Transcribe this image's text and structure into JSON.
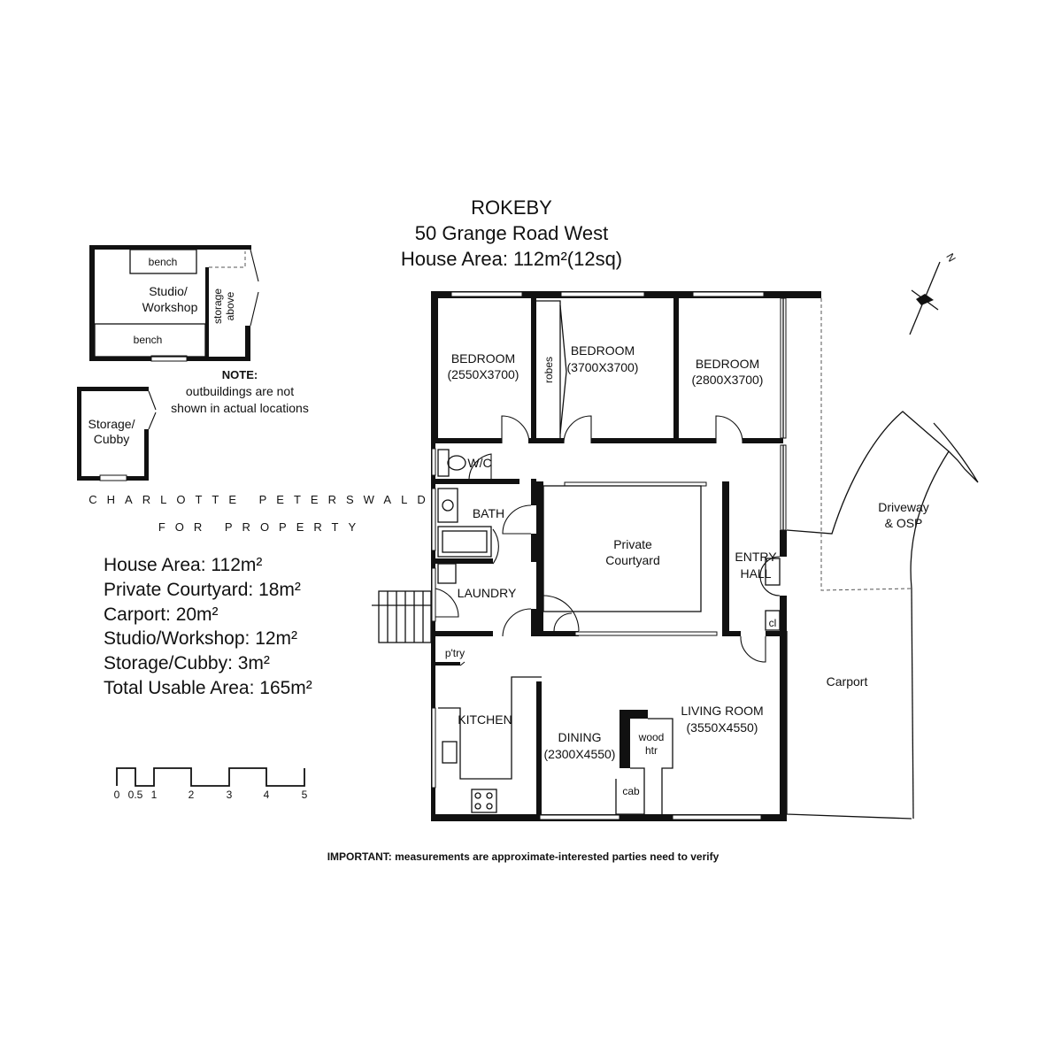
{
  "header": {
    "suburb": "ROKEBY",
    "address": "50 Grange Road West",
    "house_area": "House Area: 112m²(12sq)"
  },
  "brand": {
    "line1": "CHARLOTTE PETERSWALD",
    "line2": "FOR PROPERTY"
  },
  "areas": [
    "House Area: 112m²",
    "Private Courtyard: 18m²",
    "Carport: 20m²",
    "Studio/Workshop: 12m²",
    "Storage/Cubby: 3m²",
    "Total Usable Area: 165m²"
  ],
  "note": {
    "title": "NOTE:",
    "line1": "outbuildings are not",
    "line2": "shown in actual locations"
  },
  "rooms": {
    "bedroom1": {
      "name": "BEDROOM",
      "dims": "(2550X3700)"
    },
    "bedroom2": {
      "name": "BEDROOM",
      "dims": "(3700X3700)"
    },
    "bedroom3": {
      "name": "BEDROOM",
      "dims": "(2800X3700)"
    },
    "robes": "robes",
    "wc": "W/C",
    "bath": "BATH",
    "laundry": "LAUNDRY",
    "pantry": "p'try",
    "kitchen": "KITCHEN",
    "dining": {
      "name": "DINING",
      "dims": "(2300X4550)"
    },
    "living": {
      "name": "LIVING ROOM",
      "dims": "(3550X4550)"
    },
    "wood_heater": {
      "line1": "wood",
      "line2": "htr"
    },
    "cab": "cab",
    "courtyard": {
      "line1": "Private",
      "line2": "Courtyard"
    },
    "entry_hall": {
      "line1": "ENTRY",
      "line2": "HALL"
    },
    "closet": "cl",
    "carport": "Carport",
    "driveway": {
      "line1": "Driveway",
      "line2": "& OSP"
    }
  },
  "studio": {
    "bench_top": "bench",
    "bench_bottom": "bench",
    "name_line1": "Studio/",
    "name_line2": "Workshop",
    "storage_line1": "storage",
    "storage_line2": "above"
  },
  "cubby": {
    "line1": "Storage/",
    "line2": "Cubby"
  },
  "scale_bar": {
    "labels": [
      "0",
      "0.5",
      "1",
      "2",
      "3",
      "4",
      "5"
    ]
  },
  "compass": {
    "label": "N"
  },
  "disclaimer": "IMPORTANT: measurements are approximate-interested parties need to verify"
}
